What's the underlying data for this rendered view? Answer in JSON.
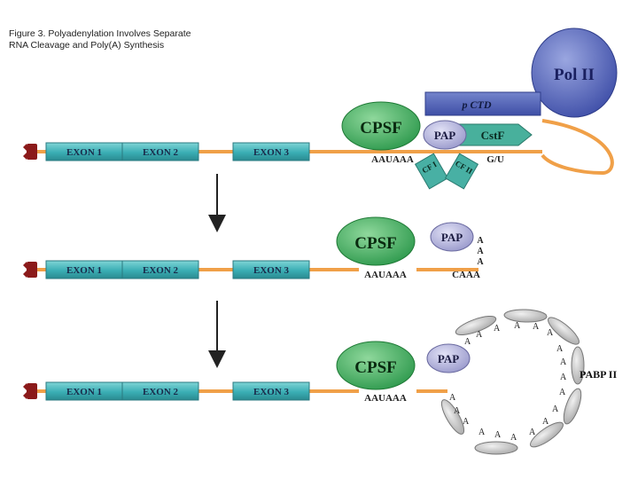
{
  "title": {
    "line1": "Figure 3.  Polyadenylation Involves Separate",
    "line2": "RNA Cleavage and Poly(A) Synthesis"
  },
  "exons": [
    "EXON 1",
    "EXON 2",
    "EXON 3"
  ],
  "proteins": {
    "pol2": "Pol II",
    "ctd": "p CTD",
    "cpsf": "CPSF",
    "pap": "PAP",
    "cstf": "CstF",
    "cf1": "CF I",
    "cf2": "CF II",
    "pabp": "PABP II"
  },
  "sequences": {
    "signal": "AAUAAA",
    "gu": "G/U",
    "cleaved": "CAAA",
    "a": "A"
  },
  "colors": {
    "exon": "#3fb3b8",
    "mrna": "#f0a048",
    "cap": "#8b1a1a",
    "cpsf": "#3aa55a",
    "pap": "#a8a8d8",
    "cstf": "#48b09c",
    "pol2": "#5566b8",
    "pabp": "#c8c8c8"
  }
}
